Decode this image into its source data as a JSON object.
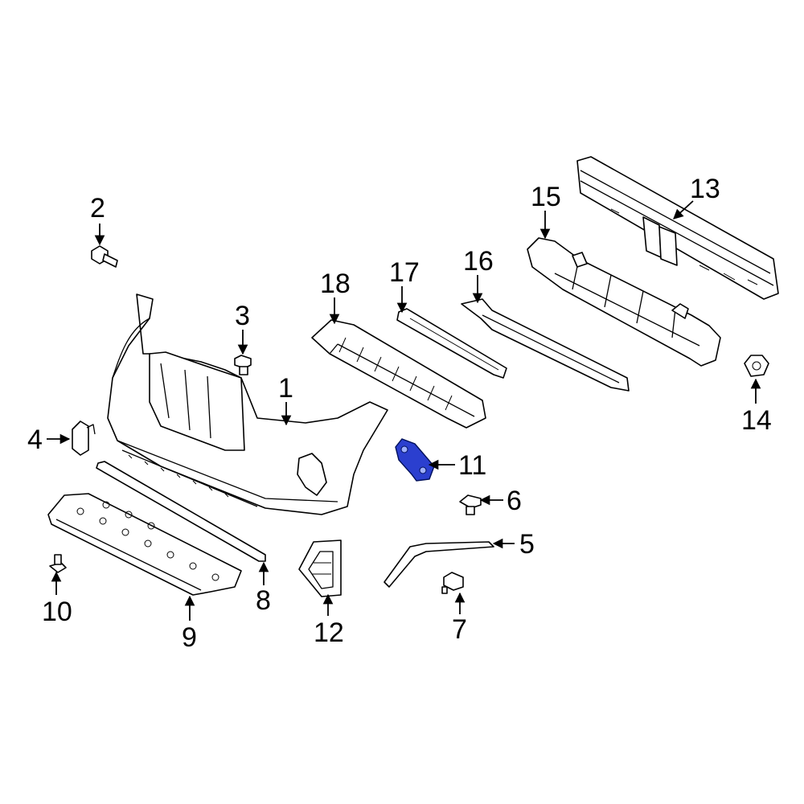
{
  "callouts": [
    {
      "id": "1",
      "label": "1"
    },
    {
      "id": "2",
      "label": "2"
    },
    {
      "id": "3",
      "label": "3"
    },
    {
      "id": "4",
      "label": "4"
    },
    {
      "id": "5",
      "label": "5"
    },
    {
      "id": "6",
      "label": "6"
    },
    {
      "id": "7",
      "label": "7"
    },
    {
      "id": "8",
      "label": "8"
    },
    {
      "id": "9",
      "label": "9"
    },
    {
      "id": "10",
      "label": "10"
    },
    {
      "id": "11",
      "label": "11"
    },
    {
      "id": "12",
      "label": "12"
    },
    {
      "id": "13",
      "label": "13"
    },
    {
      "id": "14",
      "label": "14"
    },
    {
      "id": "15",
      "label": "15"
    },
    {
      "id": "16",
      "label": "16"
    },
    {
      "id": "17",
      "label": "17"
    },
    {
      "id": "18",
      "label": "18"
    }
  ],
  "highlighted_part": "11",
  "colors": {
    "highlight": "#2b3fcf",
    "line": "#000000",
    "background": "#ffffff"
  }
}
